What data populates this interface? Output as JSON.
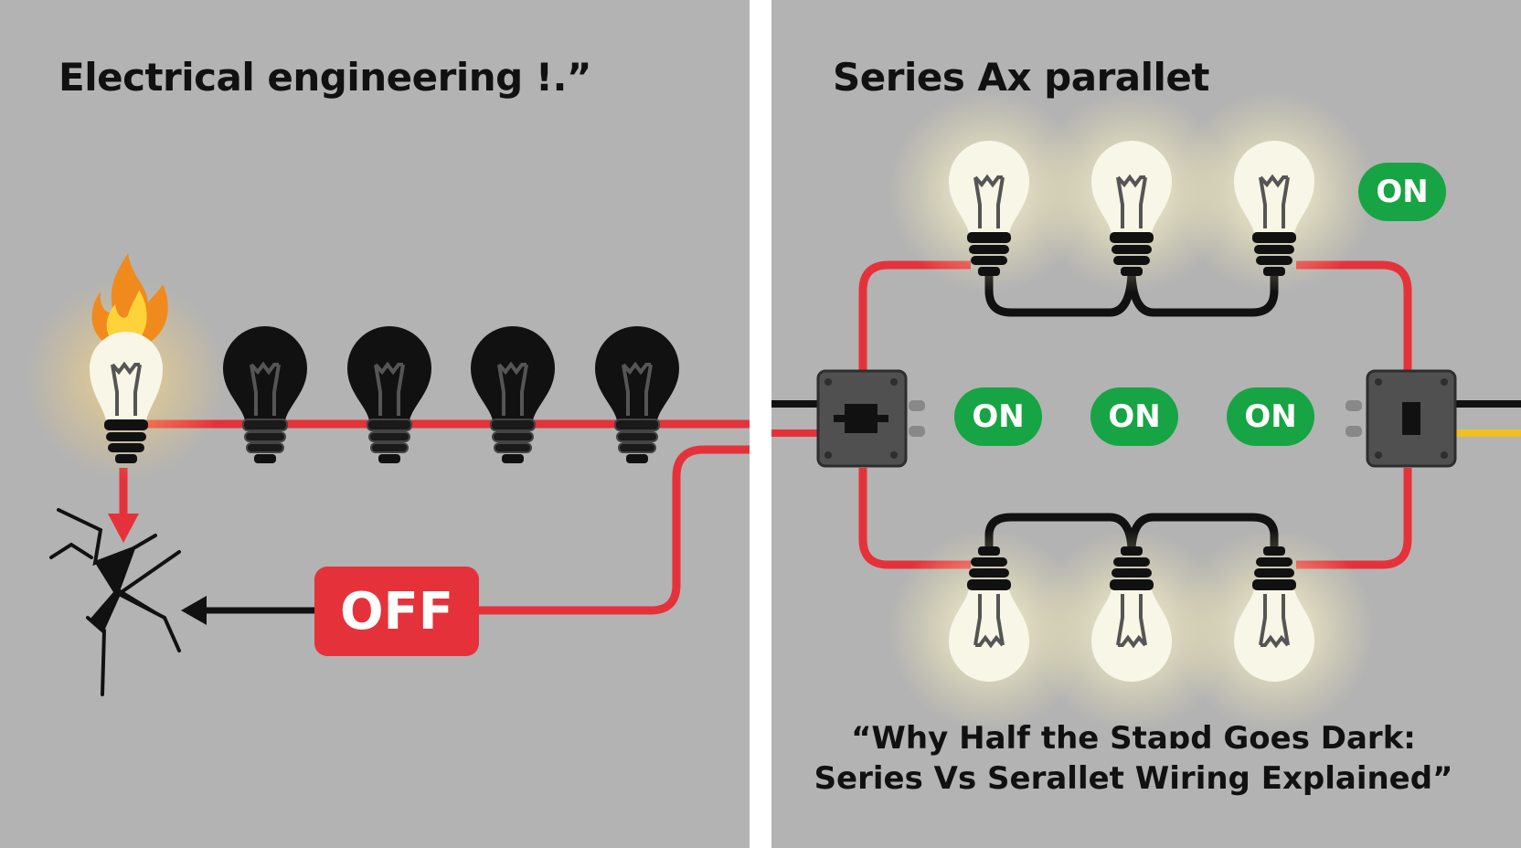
{
  "left_panel": {
    "title": "Electrical engineering !.”",
    "status_label": "OFF"
  },
  "right_panel": {
    "title": "Series Ax parallet",
    "status_labels": [
      "ON",
      "ON",
      "ON",
      "ON"
    ],
    "caption_lines": [
      "“Why Half the Staɒd Goes Dark:",
      "Series Vs Serallet Wiring Explained”"
    ]
  },
  "colors": {
    "panel_background": "#b3b3b3",
    "divider": "#ffffff",
    "wire_red": "#e5323a",
    "wire_black": "#111111",
    "wire_yellow": "#f0c020",
    "on_green": "#17a444",
    "off_red": "#e5323a",
    "lit_bulb": "#f8f6e6",
    "dark_bulb": "#111111"
  },
  "icons": [
    "flame-icon",
    "crack-icon",
    "light-bulb-icon",
    "switch-box-icon",
    "arrow-icon"
  ]
}
